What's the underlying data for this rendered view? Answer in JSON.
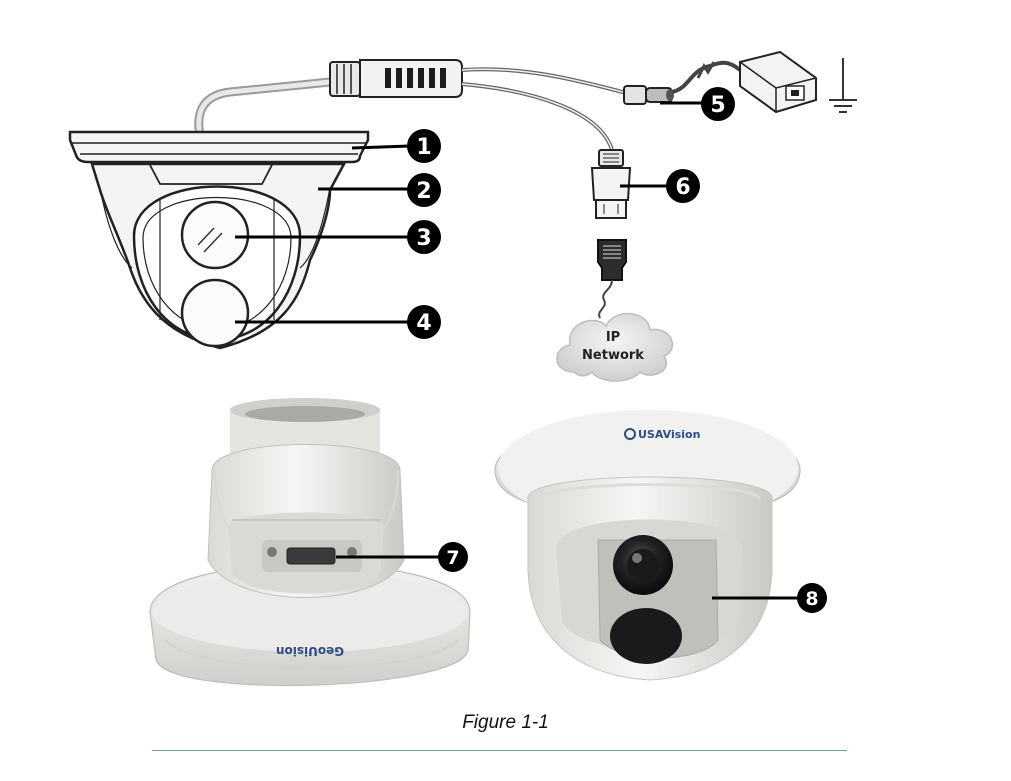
{
  "callouts": [
    {
      "number": "1"
    },
    {
      "number": "2"
    },
    {
      "number": "3"
    },
    {
      "number": "4"
    },
    {
      "number": "5"
    },
    {
      "number": "6"
    },
    {
      "number": "7"
    },
    {
      "number": "8"
    }
  ],
  "network": {
    "line1": "IP",
    "line2": "Network"
  },
  "brands": {
    "rear_logo": "GeoUision",
    "front_logo": "USAVision"
  },
  "caption": "Figure 1-1"
}
